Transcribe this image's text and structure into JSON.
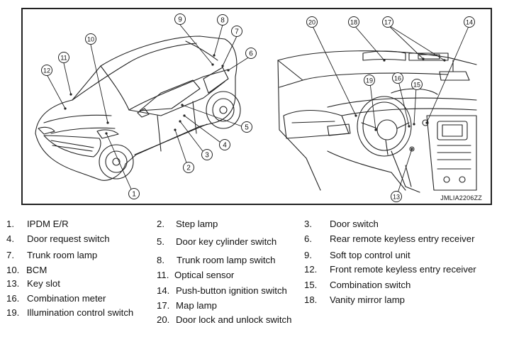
{
  "figure": {
    "reference_code": "JMLIA2206ZZ",
    "callouts_left": [
      "9",
      "8",
      "7",
      "6",
      "10",
      "11",
      "12",
      "5",
      "4",
      "3",
      "2",
      "1"
    ],
    "callouts_right": [
      "20",
      "18",
      "17",
      "14",
      "19",
      "16",
      "15",
      "13"
    ]
  },
  "legend": [
    {
      "num": "1.",
      "label": "IPDM E/R"
    },
    {
      "num": "2.",
      "label": "Step lamp"
    },
    {
      "num": "3.",
      "label": "Door switch"
    },
    {
      "num": "4.",
      "label": "Door request switch"
    },
    {
      "num": "5.",
      "label": "Door key cylinder switch"
    },
    {
      "num": "6.",
      "label": "Rear remote keyless entry receiver"
    },
    {
      "num": "7.",
      "label": "Trunk room lamp"
    },
    {
      "num": "8.",
      "label": "Trunk room lamp switch"
    },
    {
      "num": "9.",
      "label": "Soft top control unit"
    },
    {
      "num": "10.",
      "label": "BCM"
    },
    {
      "num": "11.",
      "label": "Optical sensor"
    },
    {
      "num": "12.",
      "label": "Front remote keyless entry receiver"
    },
    {
      "num": "13.",
      "label": "Key slot"
    },
    {
      "num": "14.",
      "label": "Push-button ignition switch"
    },
    {
      "num": "15.",
      "label": "Combination switch"
    },
    {
      "num": "16.",
      "label": "Combination meter"
    },
    {
      "num": "17.",
      "label": "Map lamp"
    },
    {
      "num": "18.",
      "label": "Vanity mirror lamp"
    },
    {
      "num": "19.",
      "label": "Illumination control switch"
    },
    {
      "num": "20.",
      "label": "Door lock and unlock switch"
    }
  ]
}
